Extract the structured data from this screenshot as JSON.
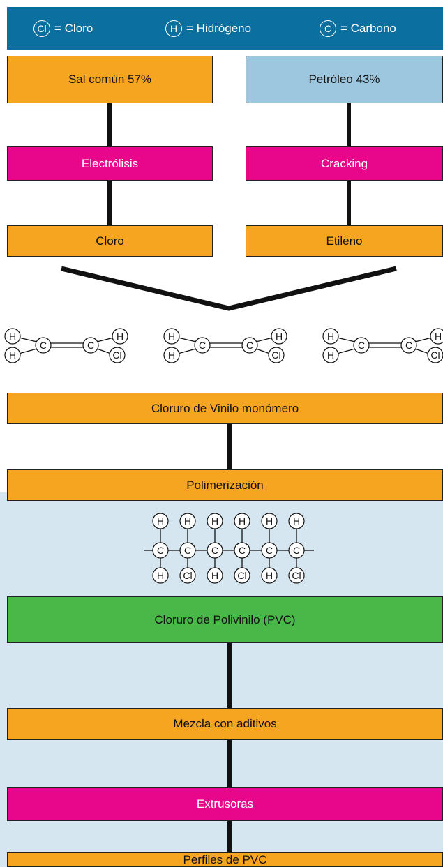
{
  "legend": {
    "chlorine": {
      "symbol": "Cl",
      "label": "= Cloro"
    },
    "hydrogen": {
      "symbol": "H",
      "label": "= Hidrógeno"
    },
    "carbon": {
      "symbol": "C",
      "label": "= Carbono"
    }
  },
  "sources": {
    "salt": "Sal común 57%",
    "oil": "Petróleo 43%"
  },
  "processes": {
    "electrolysis": "Electrólisis",
    "cracking": "Cracking",
    "chlorine": "Cloro",
    "ethylene": "Etileno"
  },
  "atoms": {
    "H": "H",
    "C": "C",
    "Cl": "Cl"
  },
  "steps": {
    "monomer": "Cloruro de Vinilo monómero",
    "polymerization": "Polimerización",
    "pvc": "Cloruro de Polivinilo (PVC)",
    "additives": "Mezcla con aditivos",
    "extruders": "Extrusoras",
    "profiles": "Perfiles de PVC"
  },
  "colors": {
    "legend_bg": "#0b6fa0",
    "orange": "#f6a520",
    "magenta": "#e8078a",
    "light_blue": "#9dc7de",
    "green": "#4ab749",
    "lower_bg": "#d6e6f0"
  }
}
